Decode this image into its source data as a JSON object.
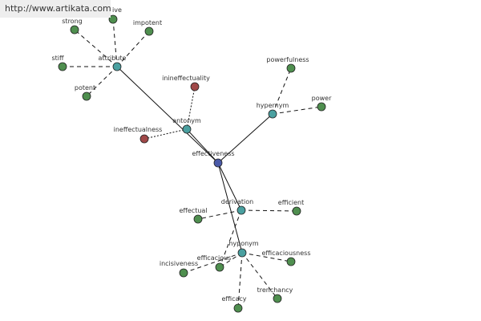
{
  "watermark": "http://www.artikata.com",
  "colors": {
    "center": "#4a5aa8",
    "relation": "#4aa0a0",
    "word": "#4f8f4f",
    "antonym": "#a04848"
  },
  "nodes": [
    {
      "id": "effectiveness",
      "label": "effectiveness",
      "kind": "center"
    },
    {
      "id": "attribute",
      "label": "attribute",
      "kind": "relation"
    },
    {
      "id": "antonym",
      "label": "antonym",
      "kind": "relation"
    },
    {
      "id": "hypernym",
      "label": "hypernym",
      "kind": "relation"
    },
    {
      "id": "derivation",
      "label": "derivation",
      "kind": "relation"
    },
    {
      "id": "hyponym",
      "label": "hyponym",
      "kind": "relation"
    },
    {
      "id": "ive",
      "label": "ive",
      "kind": "word"
    },
    {
      "id": "strong",
      "label": "strong",
      "kind": "word"
    },
    {
      "id": "impotent",
      "label": "impotent",
      "kind": "word"
    },
    {
      "id": "stiff",
      "label": "stiff",
      "kind": "word"
    },
    {
      "id": "potent",
      "label": "potent",
      "kind": "word"
    },
    {
      "id": "inineffectuality",
      "label": "inineffectuality",
      "kind": "antonym"
    },
    {
      "id": "ineffectualness",
      "label": "ineffectualness",
      "kind": "antonym"
    },
    {
      "id": "powerfulness",
      "label": "powerfulness",
      "kind": "word"
    },
    {
      "id": "power",
      "label": "power",
      "kind": "word"
    },
    {
      "id": "effectual",
      "label": "effectual",
      "kind": "word"
    },
    {
      "id": "efficient",
      "label": "efficient",
      "kind": "word"
    },
    {
      "id": "incisiveness",
      "label": "incisiveness",
      "kind": "word"
    },
    {
      "id": "efficacious",
      "label": "efficacious",
      "kind": "word"
    },
    {
      "id": "efficaciousness",
      "label": "efficaciousness",
      "kind": "word"
    },
    {
      "id": "efficacy",
      "label": "efficacy",
      "kind": "word"
    },
    {
      "id": "trenchancy",
      "label": "trenchancy",
      "kind": "word"
    }
  ],
  "edges": [
    {
      "from": "effectiveness",
      "to": "attribute",
      "style": "solid"
    },
    {
      "from": "effectiveness",
      "to": "antonym",
      "style": "solid"
    },
    {
      "from": "effectiveness",
      "to": "hypernym",
      "style": "solid"
    },
    {
      "from": "effectiveness",
      "to": "derivation",
      "style": "solid"
    },
    {
      "from": "effectiveness",
      "to": "hyponym",
      "style": "solid"
    },
    {
      "from": "attribute",
      "to": "ive",
      "style": "dashed"
    },
    {
      "from": "attribute",
      "to": "strong",
      "style": "dashed"
    },
    {
      "from": "attribute",
      "to": "impotent",
      "style": "dashed"
    },
    {
      "from": "attribute",
      "to": "stiff",
      "style": "dashed"
    },
    {
      "from": "attribute",
      "to": "potent",
      "style": "dashed"
    },
    {
      "from": "antonym",
      "to": "inineffectuality",
      "style": "dotted"
    },
    {
      "from": "antonym",
      "to": "ineffectualness",
      "style": "dotted"
    },
    {
      "from": "hypernym",
      "to": "powerfulness",
      "style": "dashed"
    },
    {
      "from": "hypernym",
      "to": "power",
      "style": "dashed"
    },
    {
      "from": "derivation",
      "to": "effectual",
      "style": "dashed"
    },
    {
      "from": "derivation",
      "to": "efficient",
      "style": "dashed"
    },
    {
      "from": "derivation",
      "to": "efficacious",
      "style": "dashed"
    },
    {
      "from": "hyponym",
      "to": "incisiveness",
      "style": "dashed"
    },
    {
      "from": "hyponym",
      "to": "efficacious",
      "style": "dashed"
    },
    {
      "from": "hyponym",
      "to": "efficaciousness",
      "style": "dashed"
    },
    {
      "from": "hyponym",
      "to": "efficacy",
      "style": "dashed"
    },
    {
      "from": "hyponym",
      "to": "trenchancy",
      "style": "dashed"
    }
  ]
}
